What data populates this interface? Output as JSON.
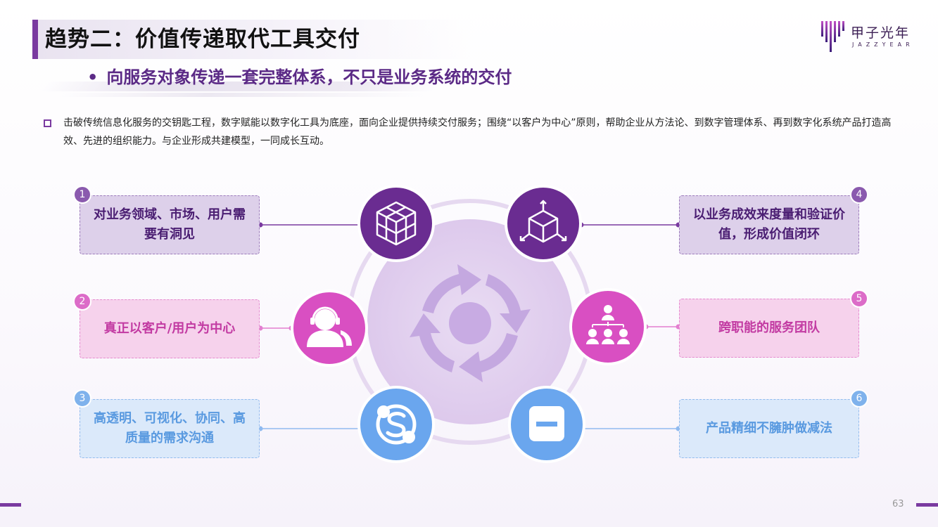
{
  "header": {
    "title": "趋势二：价值传递取代工具交付",
    "subtitle": "向服务对象传递一套完整体系，不只是业务系统的交付"
  },
  "logo": {
    "name_cn": "甲子光年",
    "name_en": "JAZZYEAR"
  },
  "description": "击破传统信息化服务的交钥匙工程，数字赋能以数字化工具为底座，面向企业提供持续交付服务；围绕“以客户为中心”原则，帮助企业从方法论、到数字管理体系、再到数字化系统产品打造高效、先进的组织能力。与企业形成共建模型，一同成长互动。",
  "items": [
    {
      "num": "1",
      "text": "对业务领域、市场、用户需要有洞见",
      "icon": "cubes-icon",
      "color": "#6a2c91"
    },
    {
      "num": "2",
      "text": "真正以客户/用户为中心",
      "icon": "customer-service-icon",
      "color": "#d94fc2"
    },
    {
      "num": "3",
      "text": "高透明、可视化、协同、高质量的需求沟通",
      "icon": "skype-icon",
      "color": "#6aa6ee"
    },
    {
      "num": "4",
      "text": "以业务成效来度量和验证价值，形成价值闭环",
      "icon": "3d-cube-icon",
      "color": "#6a2c91"
    },
    {
      "num": "5",
      "text": "跨职能的服务团队",
      "icon": "team-hierarchy-icon",
      "color": "#d94fc2"
    },
    {
      "num": "6",
      "text": "产品精细不臃肿做减法",
      "icon": "minus-square-icon",
      "color": "#6aa6ee"
    }
  ],
  "center": {
    "icon": "cycle-arrows-icon"
  },
  "footer": {
    "page": "63"
  }
}
